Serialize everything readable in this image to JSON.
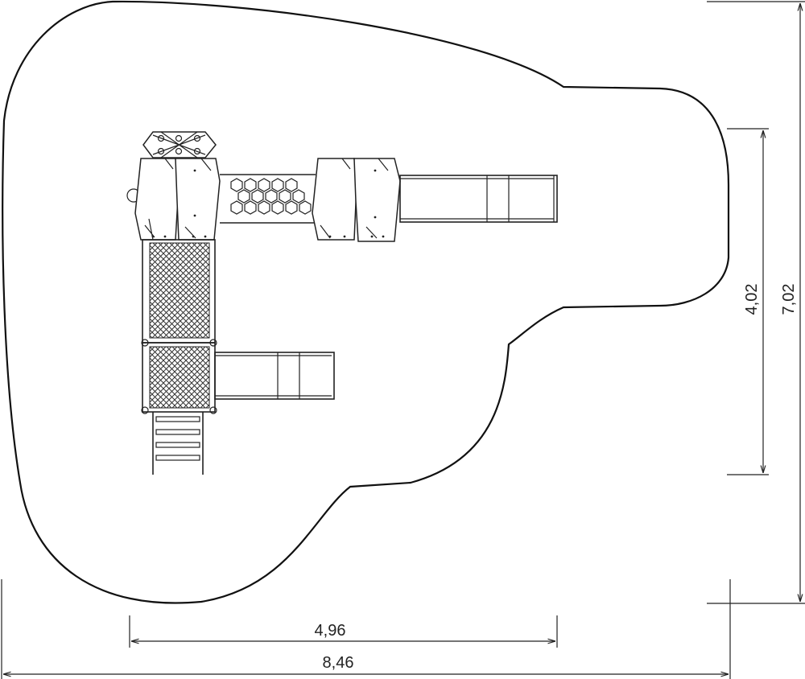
{
  "dimensions": {
    "inner_width": "4,96",
    "outer_width": "8,46",
    "inner_height": "4,02",
    "outer_height": "7,02"
  },
  "colors": {
    "line": "#222222",
    "background": "#ffffff"
  }
}
